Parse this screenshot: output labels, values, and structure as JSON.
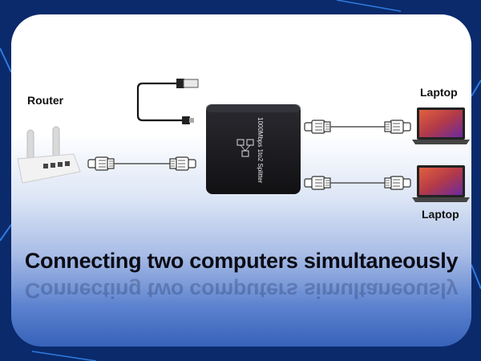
{
  "labels": {
    "router": "Router",
    "laptop_top": "Laptop",
    "laptop_bottom": "Laptop",
    "splitter_text": "1000Mbps 1to2 Splitter"
  },
  "headline": "Connecting two computers simultaneously",
  "colors": {
    "background": "#0a2a6b",
    "device_body": "#1a1a1e",
    "screen": "#c8463a",
    "headline": "#0b0b14"
  }
}
